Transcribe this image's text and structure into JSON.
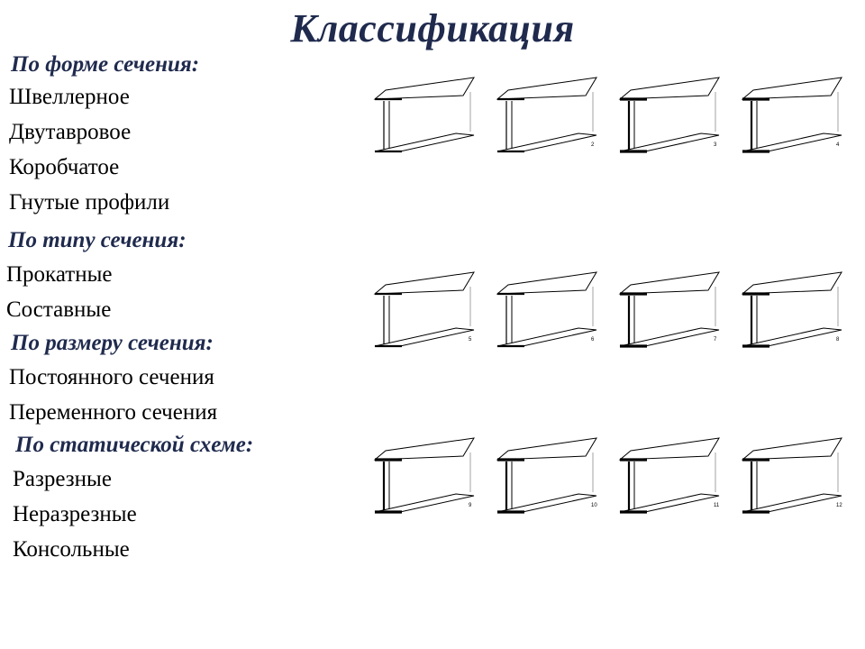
{
  "title": "Классификация",
  "sections": [
    {
      "heading": "По форме сечения:",
      "items": [
        "Швеллерное",
        "Двутавровое",
        "Коробчатое",
        "Гнутые профили"
      ]
    },
    {
      "heading": "По типу сечения:",
      "items": [
        "Прокатные",
        "Составные"
      ]
    },
    {
      "heading": "По размеру сечения:",
      "items": [
        "Постоянного сечения",
        "Переменного сечения"
      ]
    },
    {
      "heading": "По статической схеме:",
      "items": [
        "Разрезные",
        "Неразрезные",
        "Консольные"
      ]
    }
  ],
  "figure": {
    "beam_numbers": [
      "2",
      "3",
      "4",
      "5",
      "6",
      "7",
      "8",
      "9",
      "10",
      "11",
      "12"
    ]
  }
}
